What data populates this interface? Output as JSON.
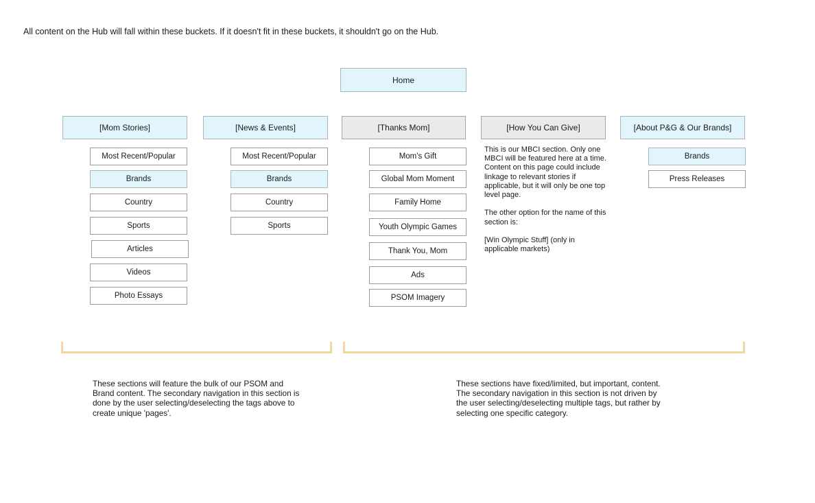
{
  "page": {
    "intro_text": "All content on the Hub will fall within these buckets. If it doesn't fit in these buckets, it shouldn't go on the Hub."
  },
  "colors": {
    "highlight_blue": "#e2f5fc",
    "neutral_gray": "#eaeaea",
    "box_white": "#ffffff",
    "border_gray": "#a6a6a6",
    "bracket_gold": "#f0d79a",
    "text": "#1a1a1a"
  },
  "root": {
    "label": "Home",
    "fill": "blue"
  },
  "columns": [
    {
      "header": {
        "label": "[Mom Stories]",
        "fill": "blue"
      },
      "items": [
        {
          "label": "Most Recent/Popular",
          "fill": "white"
        },
        {
          "label": "Brands",
          "fill": "blue"
        },
        {
          "label": "Country",
          "fill": "white"
        },
        {
          "label": "Sports",
          "fill": "white"
        },
        {
          "label": "Articles",
          "fill": "white"
        },
        {
          "label": "Videos",
          "fill": "white"
        },
        {
          "label": "Photo Essays",
          "fill": "white"
        }
      ]
    },
    {
      "header": {
        "label": "[News & Events]",
        "fill": "blue"
      },
      "items": [
        {
          "label": "Most Recent/Popular",
          "fill": "white"
        },
        {
          "label": "Brands",
          "fill": "blue"
        },
        {
          "label": "Country",
          "fill": "white"
        },
        {
          "label": "Sports",
          "fill": "white"
        }
      ]
    },
    {
      "header": {
        "label": "[Thanks Mom]",
        "fill": "gray"
      },
      "items": [
        {
          "label": "Mom's Gift",
          "fill": "white"
        },
        {
          "label": "Global Mom Moment",
          "fill": "white"
        },
        {
          "label": "Family Home",
          "fill": "white"
        },
        {
          "label": "Youth Olympic Games",
          "fill": "white"
        },
        {
          "label": "Thank You, Mom",
          "fill": "white"
        },
        {
          "label": "Ads",
          "fill": "white"
        },
        {
          "label": "PSOM Imagery",
          "fill": "white"
        }
      ]
    },
    {
      "header": {
        "label": "[How You Can Give]",
        "fill": "gray"
      },
      "items": [],
      "note": "This is our MBCI section. Only one MBCI will be featured here at a time. Content on this page could include linkage to relevant stories if applicable, but it will only be one top level page.\n\nThe other option for the name of this section is:\n\n[Win Olympic Stuff] (only in applicable markets)"
    },
    {
      "header": {
        "label": "[About P&G & Our Brands]",
        "fill": "blue"
      },
      "items": [
        {
          "label": "Brands",
          "fill": "blue"
        },
        {
          "label": "Press Releases",
          "fill": "white"
        }
      ]
    }
  ],
  "captions": {
    "left": "These sections will feature the bulk of our PSOM and Brand content. The secondary navigation in this section is done by the user selecting/deselecting the tags above to create unique 'pages'.",
    "right": "These sections have fixed/limited, but important, content. The secondary navigation in this section is not driven by the user selecting/deselecting multiple tags, but rather by selecting one specific category."
  }
}
